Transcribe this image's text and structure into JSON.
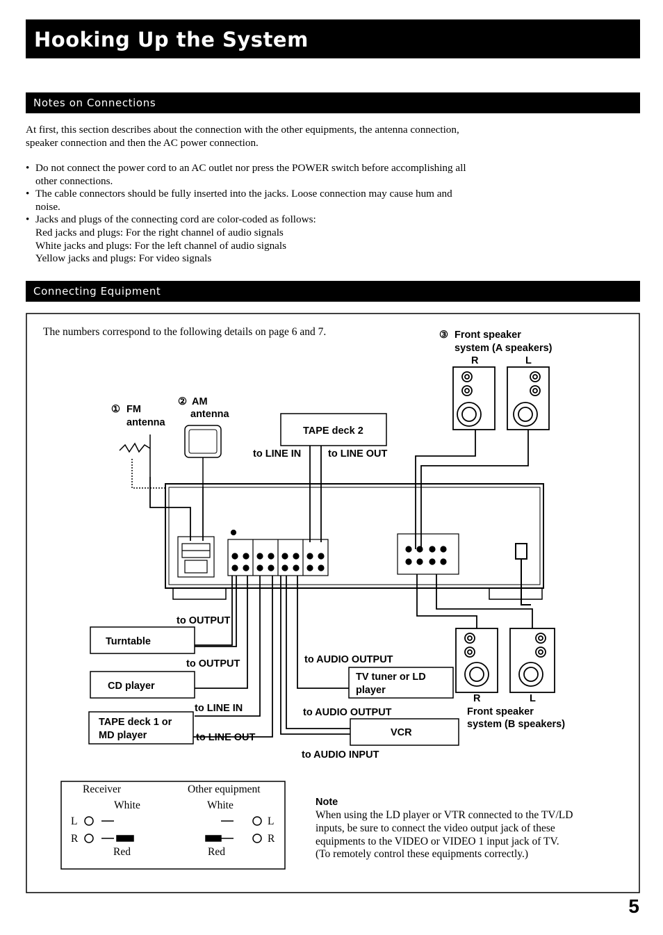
{
  "page": {
    "title": "Hooking Up the System",
    "page_number": "5"
  },
  "notes": {
    "heading": "Notes on Connections",
    "intro_lines": [
      "At first, this section describes about the connection with the other equipments, the antenna connection,",
      "speaker connection and then the AC power connection."
    ],
    "bullets": [
      {
        "lines": [
          "Do not connect the power cord to an AC outlet nor press the POWER switch before accomplishing all",
          "other connections."
        ]
      },
      {
        "lines": [
          "The cable connectors should be fully inserted into the jacks. Loose connection may cause hum and",
          "noise."
        ]
      },
      {
        "lines": [
          "Jacks and plugs of the connecting cord are color-coded as follows:",
          "Red jacks and plugs: For the right channel of audio signals",
          "White jacks and plugs: For the left channel of audio signals",
          "Yellow jacks and plugs: For video signals"
        ]
      }
    ]
  },
  "connecting": {
    "heading": "Connecting Equipment",
    "intro": "The numbers correspond to the following details on page 6 and 7.",
    "labels": {
      "fm_num": "①",
      "fm_1": "FM",
      "fm_2": "antenna",
      "am_num": "②",
      "am_1": "AM",
      "am_2": "antenna",
      "front_num": "③",
      "front_a_1": "Front speaker",
      "front_a_2": "system (A speakers)",
      "r": "R",
      "l": "L",
      "tape2": "TAPE deck 2",
      "to_line_in": "to LINE IN",
      "to_line_out": "to LINE OUT",
      "to_output": "to OUTPUT",
      "turntable": "Turntable",
      "cd_player": "CD player",
      "tape1_1": "TAPE deck 1 or",
      "tape1_2": "MD player",
      "to_audio_output": "to AUDIO OUTPUT",
      "tv_1": "TV tuner or LD",
      "tv_2": "player",
      "vcr": "VCR",
      "to_audio_input": "to AUDIO INPUT",
      "front_b_1": "Front speaker",
      "front_b_2": "system (B speakers)"
    },
    "legend": {
      "receiver": "Receiver",
      "other": "Other equipment",
      "white": "White",
      "red": "Red",
      "l": "L",
      "r": "R"
    },
    "note": {
      "title": "Note",
      "lines": [
        "When using the LD player or VTR connected to the TV/LD",
        "inputs, be sure to connect the video output jack of these",
        "equipments to the VIDEO or VIDEO 1 input jack of TV.",
        "(To remotely control these equipments correctly.)"
      ]
    }
  }
}
